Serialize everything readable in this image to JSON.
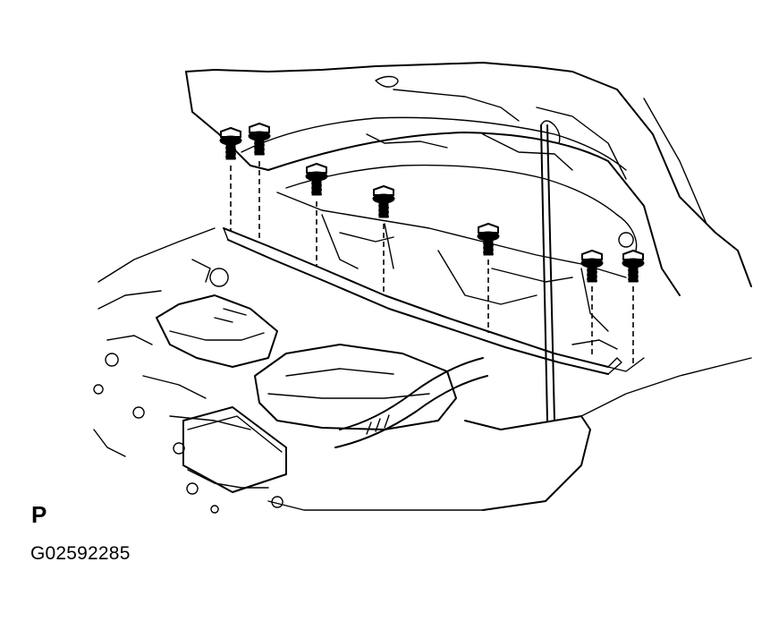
{
  "diagram": {
    "view_marker": "P",
    "figure_code": "G02592285",
    "bolt_count": 7
  },
  "icons": {
    "bolt": "bolt-icon"
  }
}
